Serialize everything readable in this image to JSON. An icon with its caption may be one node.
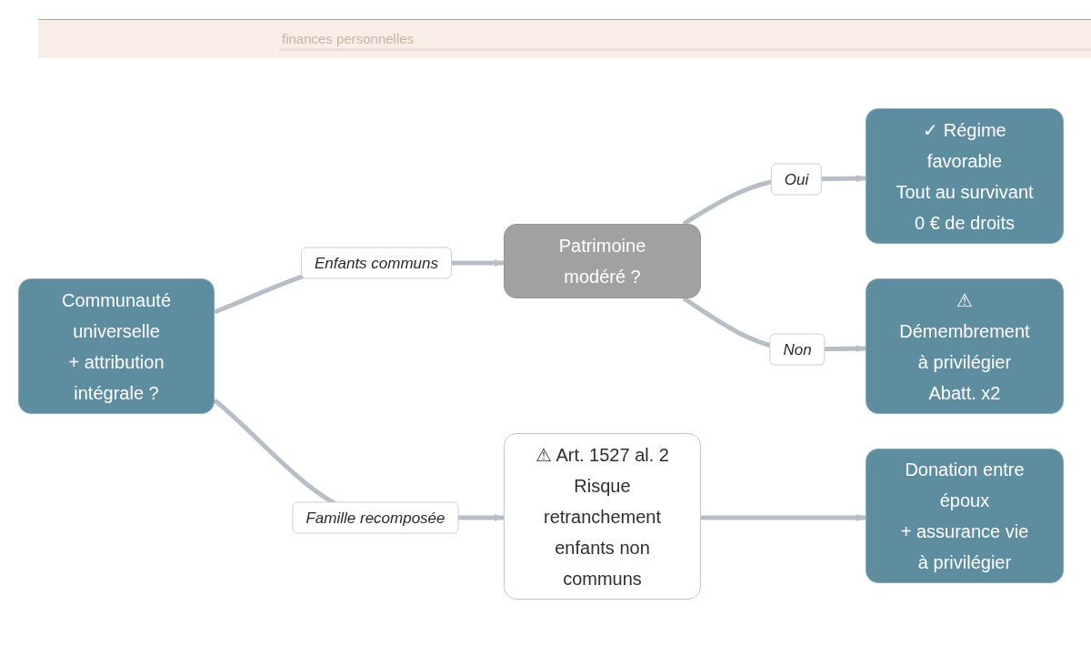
{
  "diagram": {
    "nodes": [
      {
        "text": [
          "Communauté universelle",
          "+ attribution intégrale ?"
        ]
      },
      {
        "text": [
          "Patrimoine modéré ?"
        ]
      },
      {
        "text": [
          "✓ Régime favorable",
          "Tout au survivant",
          "0 € de droits"
        ]
      },
      {
        "text": [
          "⚠",
          "Démembrement à privilégier",
          "Abatt. x2"
        ]
      },
      {
        "text": [
          "⚠ Art. 1527 al. 2",
          "Risque retranchement enfants non communs"
        ]
      },
      {
        "text": [
          "Donation entre époux",
          "+ assurance vie à privilégier"
        ]
      }
    ],
    "edges": [
      {
        "from": 0,
        "to": 1,
        "arrow": "to",
        "label": "Enfants communs"
      },
      {
        "from": 1,
        "to": 2,
        "arrow": "to",
        "label": "Oui"
      },
      {
        "from": 1,
        "to": 3,
        "arrow": "to",
        "label": "Non"
      },
      {
        "from": 0,
        "to": 4,
        "arrow": "to",
        "label": "Famille recomposée"
      },
      {
        "from": 4,
        "to": 5,
        "arrow": "to"
      }
    ],
    "labels": [
      "finances personnelles"
    ]
  }
}
